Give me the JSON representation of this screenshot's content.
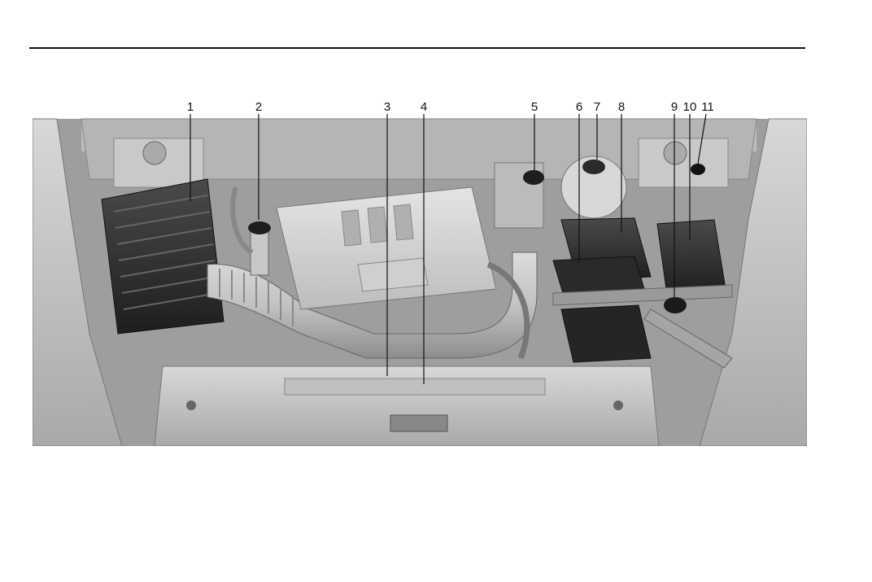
{
  "figure": {
    "callouts": [
      "1",
      "2",
      "3",
      "4",
      "5",
      "6",
      "7",
      "8",
      "9",
      "10",
      "11"
    ]
  }
}
